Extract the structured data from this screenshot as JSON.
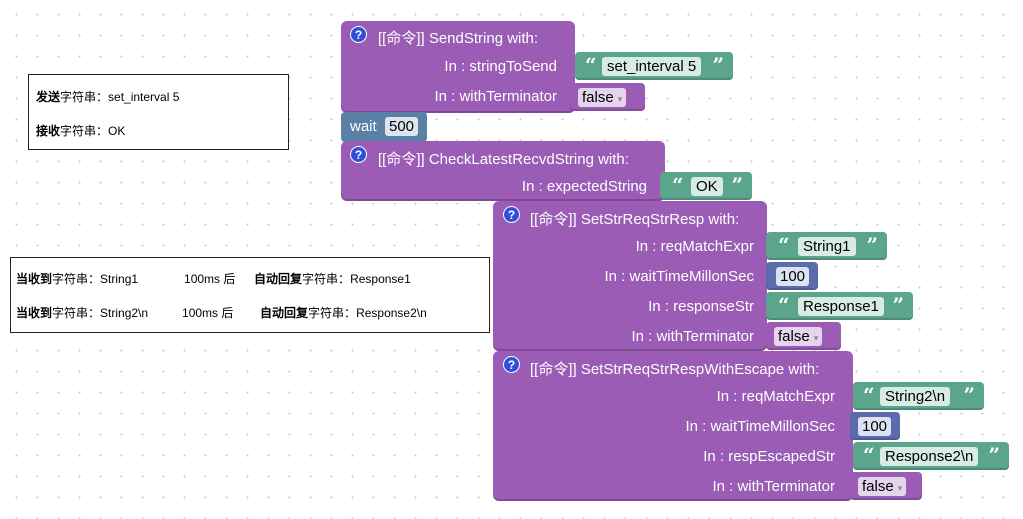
{
  "notes": {
    "note1": {
      "line1": {
        "bold": "发送",
        "label": "字符串：",
        "value": "set_interval 5"
      },
      "line2": {
        "bold": "接收",
        "label": "字符串：",
        "value": "OK"
      }
    },
    "note2": {
      "line1": {
        "bold": "当收到",
        "label": "字符串：",
        "value": "String1",
        "delay": "100ms 后",
        "bold2": "自动回复",
        "label2": "字符串：",
        "value2": "Response1"
      },
      "line2": {
        "bold": "当收到",
        "label": "字符串：",
        "value": "String2\\n",
        "delay": "100ms 后",
        "bold2": "自动回复",
        "label2": "字符串：",
        "value2": "Response2\\n"
      }
    }
  },
  "blocks": {
    "help_glyph": "?",
    "quote_open": "“",
    "quote_close": "”",
    "dropdown_arrow": "▾",
    "send": {
      "title": "[[命令]]  SendString  with:",
      "param1": "In : stringToSend",
      "param1_value": "set_interval 5",
      "param2": "In : withTerminator",
      "param2_value": "false"
    },
    "wait": {
      "label": "wait",
      "value": "500"
    },
    "check": {
      "title": "[[命令]]  CheckLatestRecvdString  with:",
      "param1": "In : expectedString",
      "param1_value": "OK"
    },
    "setresp": {
      "title": "[[命令]]  SetStrReqStrResp  with:",
      "param1": "In : reqMatchExpr",
      "param1_value": "String1",
      "param2": "In : waitTimeMillonSec",
      "param2_value": "100",
      "param3": "In : responseStr",
      "param3_value": "Response1",
      "param4": "In : withTerminator",
      "param4_value": "false"
    },
    "setescape": {
      "title": "[[命令]]  SetStrReqStrRespWithEscape  with:",
      "param1": "In : reqMatchExpr",
      "param1_value": "String2\\n",
      "param2": "In : waitTimeMillonSec",
      "param2_value": "100",
      "param3": "In : respEscapedStr",
      "param3_value": "Response2\\n",
      "param4": "In : withTerminator",
      "param4_value": "false"
    }
  },
  "colors": {
    "command_block": "#9a5cb4",
    "string_block": "#5ba58c",
    "number_block": "#5a6cac",
    "wait_block": "#5b80a5",
    "help_icon": "#2f4fd8"
  }
}
